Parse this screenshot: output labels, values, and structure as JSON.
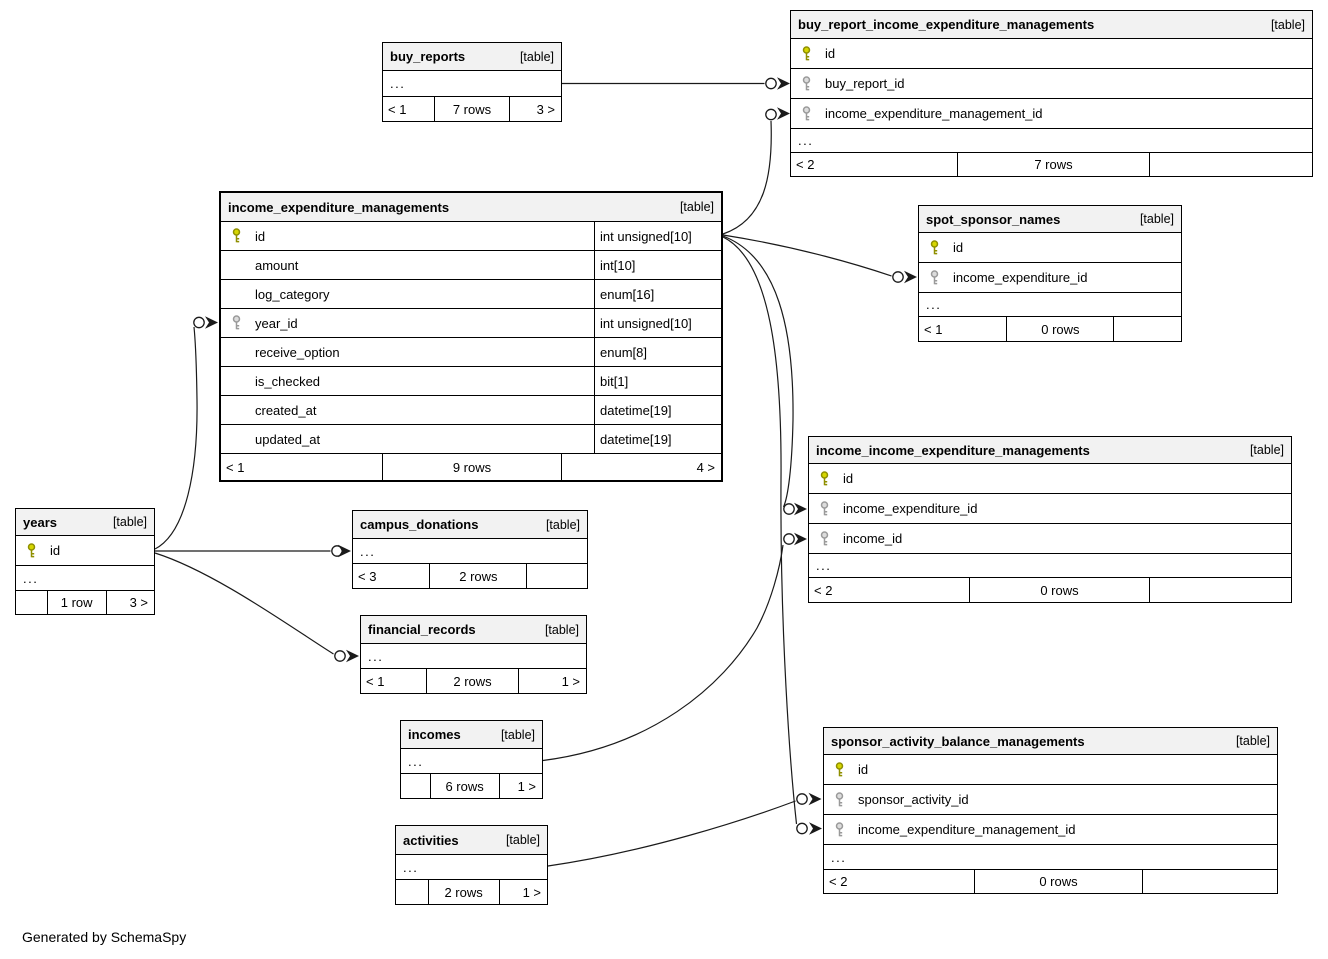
{
  "credit": "Generated by SchemaSpy",
  "colors": {
    "primary_key_fill": "#d6d600",
    "primary_key_stroke": "#8f8f00",
    "foreign_key_fill": "#dcdcdc",
    "foreign_key_stroke": "#9a9a9a",
    "header_bg": "#f2f2f2",
    "line": "#1a1a1a"
  },
  "tables": [
    {
      "name": "buy_reports",
      "tag": "[table]",
      "columns": [],
      "ellipsis": "...",
      "footer": {
        "left": "< 1",
        "center": "7 rows",
        "right": "3 >"
      }
    },
    {
      "name": "buy_report_income_expenditure_managements",
      "tag": "[table]",
      "columns": [
        {
          "name": "id",
          "key": "pk"
        },
        {
          "name": "buy_report_id",
          "key": "fk"
        },
        {
          "name": "income_expenditure_management_id",
          "key": "fk"
        }
      ],
      "ellipsis": "...",
      "footer": {
        "left": "< 2",
        "center": "7 rows",
        "right": ""
      }
    },
    {
      "name": "income_expenditure_managements",
      "tag": "[table]",
      "columns": [
        {
          "name": "id",
          "key": "pk",
          "type": "int unsigned[10]"
        },
        {
          "name": "amount",
          "key": null,
          "type": "int[10]"
        },
        {
          "name": "log_category",
          "key": null,
          "type": "enum[16]"
        },
        {
          "name": "year_id",
          "key": "fk",
          "type": "int unsigned[10]"
        },
        {
          "name": "receive_option",
          "key": null,
          "type": "enum[8]"
        },
        {
          "name": "is_checked",
          "key": null,
          "type": "bit[1]"
        },
        {
          "name": "created_at",
          "key": null,
          "type": "datetime[19]"
        },
        {
          "name": "updated_at",
          "key": null,
          "type": "datetime[19]"
        }
      ],
      "ellipsis": "",
      "footer": {
        "left": "< 1",
        "center": "9 rows",
        "right": "4 >"
      }
    },
    {
      "name": "spot_sponsor_names",
      "tag": "[table]",
      "columns": [
        {
          "name": "id",
          "key": "pk"
        },
        {
          "name": "income_expenditure_id",
          "key": "fk"
        }
      ],
      "ellipsis": "...",
      "footer": {
        "left": "< 1",
        "center": "0 rows",
        "right": ""
      }
    },
    {
      "name": "income_income_expenditure_managements",
      "tag": "[table]",
      "columns": [
        {
          "name": "id",
          "key": "pk"
        },
        {
          "name": "income_expenditure_id",
          "key": "fk"
        },
        {
          "name": "income_id",
          "key": "fk"
        }
      ],
      "ellipsis": "...",
      "footer": {
        "left": "< 2",
        "center": "0 rows",
        "right": ""
      }
    },
    {
      "name": "years",
      "tag": "[table]",
      "columns": [
        {
          "name": "id",
          "key": "pk"
        }
      ],
      "ellipsis": "...",
      "footer": {
        "left": "",
        "center": "1 row",
        "right": "3 >"
      }
    },
    {
      "name": "campus_donations",
      "tag": "[table]",
      "columns": [],
      "ellipsis": "...",
      "footer": {
        "left": "< 3",
        "center": "2 rows",
        "right": ""
      }
    },
    {
      "name": "financial_records",
      "tag": "[table]",
      "columns": [],
      "ellipsis": "...",
      "footer": {
        "left": "< 1",
        "center": "2 rows",
        "right": "1 >"
      }
    },
    {
      "name": "incomes",
      "tag": "[table]",
      "columns": [],
      "ellipsis": "...",
      "footer": {
        "left": "",
        "center": "6 rows",
        "right": "1 >"
      }
    },
    {
      "name": "activities",
      "tag": "[table]",
      "columns": [],
      "ellipsis": "...",
      "footer": {
        "left": "",
        "center": "2 rows",
        "right": "1 >"
      }
    },
    {
      "name": "sponsor_activity_balance_managements",
      "tag": "[table]",
      "columns": [
        {
          "name": "id",
          "key": "pk"
        },
        {
          "name": "sponsor_activity_id",
          "key": "fk"
        },
        {
          "name": "income_expenditure_management_id",
          "key": "fk"
        }
      ],
      "ellipsis": "...",
      "footer": {
        "left": "< 2",
        "center": "0 rows",
        "right": ""
      }
    }
  ],
  "relationships": [
    {
      "from": "buy_reports",
      "to": "buy_report_income_expenditure_managements.buy_report_id"
    },
    {
      "from": "income_expenditure_managements.id",
      "to": "buy_report_income_expenditure_managements.income_expenditure_management_id"
    },
    {
      "from": "income_expenditure_managements.id",
      "to": "spot_sponsor_names.income_expenditure_id"
    },
    {
      "from": "income_expenditure_managements.id",
      "to": "income_income_expenditure_managements.income_expenditure_id"
    },
    {
      "from": "income_expenditure_managements.id",
      "to": "sponsor_activity_balance_managements.income_expenditure_management_id"
    },
    {
      "from": "years.id",
      "to": "income_expenditure_managements.year_id"
    },
    {
      "from": "years.id",
      "to": "campus_donations"
    },
    {
      "from": "years.id",
      "to": "financial_records"
    },
    {
      "from": "incomes",
      "to": "income_income_expenditure_managements.income_id"
    },
    {
      "from": "activities",
      "to": "sponsor_activity_balance_managements.sponsor_activity_id"
    }
  ]
}
